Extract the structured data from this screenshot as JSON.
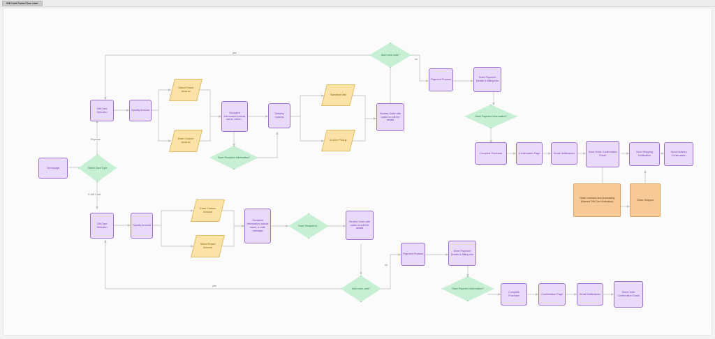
{
  "window": {
    "tab_title": "Gift Card Portal Flow chart"
  },
  "canvas": {
    "background": "#fbfbfb",
    "palette": {
      "process_fill": "#e9daf9",
      "process_border": "#9a6fd1",
      "process_text": "#7b3fb5",
      "decision_fill": "#c7efd4",
      "decision_border": "#78c994",
      "decision_text": "#2f7c4f",
      "io_fill": "#fbe3a7",
      "io_border": "#debb62",
      "io_text": "#8a6412",
      "external_fill": "#f7c997",
      "external_border": "#e0a161",
      "external_text": "#6b4318",
      "edge": "#c9c9c9"
    }
  },
  "nodes": {
    "homepage": "Homepage",
    "select_card_type": "Select Card Type",
    "physical_gift_card_selection": "Gift Card Selection",
    "physical_specify_amount": "Specify Amount",
    "physical_select_preset_amount": "Select Preset Amount",
    "physical_enter_custom_amount": "Enter Custom Amount",
    "physical_recipient_information": "Recipient Information include name, delive...",
    "physical_save_recipient": "Save Recipient Information?",
    "physical_delivery_options": "Delivery Options",
    "physical_standard_mail": "Standard Mail",
    "physical_instore_pickup": "In-store Pickup",
    "physical_review_order": "Review Order with option to edit the details",
    "physical_add_more_card": "Add more card?",
    "physical_payment_process": "Payment Process",
    "physical_enter_payment_details": "Enter Payment Details & Billing Info",
    "physical_save_payment": "Save Payment Information?",
    "physical_complete_purchase": "Complete Purchase",
    "physical_confirmation_page": "Confirmation Page",
    "physical_email_notifications": "Email Notifications",
    "physical_send_order_confirmation": "Send Order Confirmation Email",
    "physical_send_shipping_notification": "Send Shipping Notification",
    "physical_send_delivery_confirmation": "Send Delivery Confirmation",
    "order_received_processing": "Order received and processing (Manual Gift Card Activation)",
    "order_shipped": "Order Shipped",
    "egift_gift_card_selection": "Gift Card Selection",
    "egift_specify_amount": "Specify Amount",
    "egift_enter_custom_amount": "Enter Custom Amount",
    "egift_select_preset_amount": "Select Preset Amount",
    "egift_recipient_information": "Recipient Information include name, e-mail, message",
    "egift_save_recipient": "Save Recipient I...",
    "egift_review_order": "Review Order with option to edit the details",
    "egift_add_more_card": "Add more card?",
    "egift_payment_process": "Payment Process",
    "egift_enter_payment_details": "Enter Payment Details & Billing Info",
    "egift_save_payment": "Save Payment Information?",
    "egift_complete_purchase": "Complete Purchase",
    "egift_confirmation_page": "Confirmation Page",
    "egift_email_notifications": "Email Notifications",
    "egift_send_order_confirmation": "Send Order Confirmation Email"
  },
  "edge_labels": {
    "physical_branch": "Physical",
    "egift_branch": "E-Gift Card",
    "physical_add_more_yes": "yes",
    "physical_add_more_no": "no",
    "egift_add_more_yes": "yes",
    "egift_add_more_no": "no"
  }
}
